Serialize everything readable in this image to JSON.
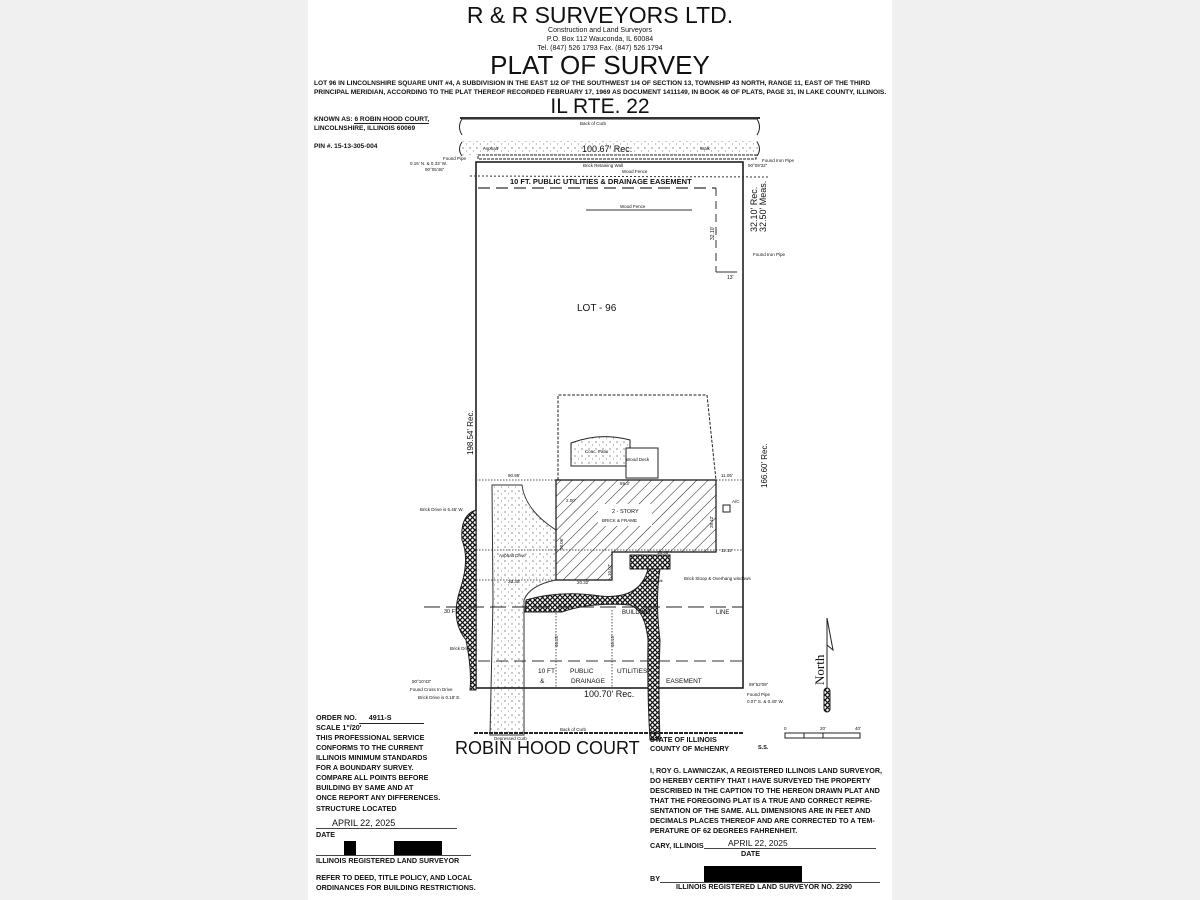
{
  "header": {
    "company": "R & R SURVEYORS LTD.",
    "subtitle": "Construction and Land Surveyors",
    "address": "P.O. Box 112 Wauconda, IL 60084",
    "phone": "Tel. (847) 526 1793 Fax. (847) 526 1794",
    "title": "PLAT OF SURVEY"
  },
  "legal_description": "LOT 96 IN LINCOLNSHIRE SQUARE UNIT #4, A SUBDIVISION IN THE EAST 1/2 OF THE SOUTHWEST 1/4 OF SECTION 13, TOWNSHIP 43 NORTH, RANGE 11, EAST OF THE THIRD PRINCIPAL MERIDIAN, ACCORDING TO THE PLAT THEREOF RECORDED FEBRUARY 17, 1969 AS DOCUMENT 1411149, IN BOOK 46 OF PLATS, PAGE 31, IN LAKE COUNTY, ILLINOIS.",
  "property": {
    "known_as_label": "KNOWN AS:",
    "address_line1": "6 ROBIN HOOD COURT,",
    "address_line2": "LINCOLNSHIRE, ILLINOIS 60069",
    "pin": "PIN #. 15-13-305-004"
  },
  "drawing": {
    "north_street": "IL RTE. 22",
    "south_street": "ROBIN HOOD COURT",
    "back_of_curb": "Back of Curb",
    "asphalt": "Asphalt",
    "walk": "Walk",
    "north_rec": "100.67' Rec.",
    "south_rec": "100.70' Rec.",
    "found_pipe_nw": "Found Pipe",
    "found_pipe_nw_offset": "0.15' N. & 0.33' W.",
    "angle_nw": "90°05'46\"",
    "angle_ne": "90°09'32\"",
    "found_iron_pipe_ne": "Found Iron Pipe",
    "brick_wall": "Brick Retaining Wall",
    "wood_fence": "Wood Fence",
    "wood_fence2": "Wood Fence",
    "north_easement": "10 FT.  PUBLIC  UTILITIES  &  DRAINAGE  EASEMENT",
    "east_rec": "32.10' Rec.",
    "east_meas": "32.50' Meas.",
    "dim_32": "32.10'",
    "dim_13": "13'",
    "found_iron_pipe_e": "Found Iron Pipe",
    "lot": "LOT - 96",
    "west_rec": "198.54' Rec.",
    "east_rec2": "166.60' Rec.",
    "patio": "Conc. Patio",
    "deck": "Wood Deck",
    "dim_west": "90.95'",
    "dim_east": "11.05'",
    "dim_front": "59.3'",
    "house_type": "2 - STORY",
    "house_material": "BRICK & FRAME",
    "dim_200": "2.00'",
    "dim_right": "28.42'",
    "dim_left": "38.06'",
    "dim_11": "11.12'",
    "dim_18": "18.48'",
    "dim_2030": "20.30'",
    "dim_2032": "20.32'",
    "dim_1007": "10.07'",
    "ac": "A/C",
    "asphalt_drive": "Asphalt Drive",
    "brick_drive_note": "Brick Drive is 6.45' W.",
    "brick_stoop": "Brick Stoop & Overhang windows",
    "brick_walk": "Brick Walk",
    "brick_drive": "Brick Drive",
    "setback": "30 FT.",
    "building": "BUILDING",
    "line": "LINE",
    "dim_4025": "40.25'",
    "dim_4015": "40.15'",
    "south_easement_1": "10 FT",
    "south_easement_amp": "&",
    "south_easement_2": "PUBLIC",
    "south_easement_3": "DRAINAGE",
    "south_easement_4": "UTILITIES",
    "south_easement_5": "EASEMENT",
    "angle_sw": "90°10'43\"",
    "angle_se": "89°52'09\"",
    "found_cross": "Found Cross In Drive",
    "brick_drive_e": "Brick Drive is 0.18' E.",
    "found_pipe_se": "Found Pipe",
    "found_pipe_se_offset": "0.07' S. & 0.40' W.",
    "depressed_curb": "Depressed Curb",
    "back_of_curb2": "Back of Curb",
    "north": "North",
    "scale_0": "0",
    "scale_20": "20'",
    "scale_40": "40'"
  },
  "left_block": {
    "order_label": "ORDER NO.",
    "order_no": "4911-S",
    "scale": "SCALE 1\"/20'",
    "lines": [
      "THIS PROFESSIONAL SERVICE",
      "CONFORMS TO THE CURRENT",
      "ILLINOIS MINIMUM STANDARDS",
      "FOR A BOUNDARY SURVEY.",
      "COMPARE ALL POINTS BEFORE",
      "BUILDING BY SAME AND AT",
      "ONCE REPORT ANY DIFFERENCES."
    ],
    "structure_located": "STRUCTURE LOCATED",
    "date_value": "APRIL 22, 2025",
    "date_label": "DATE",
    "surveyor_label": "ILLINOIS REGISTERED LAND SURVEYOR",
    "refer_1": "REFER TO DEED, TITLE POLICY, AND LOCAL",
    "refer_2": "ORDINANCES FOR BUILDING RESTRICTIONS."
  },
  "right_block": {
    "state": "STATE OF ILLINOIS",
    "county": "COUNTY OF McHENRY",
    "ss": "S.S.",
    "cert_lines": [
      "I, ROY G. LAWNICZAK, A REGISTERED ILLINOIS LAND SURVEYOR,",
      "DO HEREBY CERTIFY THAT I HAVE SURVEYED THE PROPERTY",
      "DESCRIBED IN THE CAPTION TO THE HEREON DRAWN PLAT AND",
      "THAT THE FOREGOING PLAT IS A TRUE AND CORRECT REPRE-",
      "SENTATION OF THE SAME. ALL DIMENSIONS ARE IN FEET AND",
      "DECIMALS PLACES THEREOF AND ARE CORRECTED TO A TEM-",
      "PERATURE OF 62 DEGREES FAHRENHEIT."
    ],
    "city": "CARY, ILLINOIS",
    "date_value": "APRIL 22, 2025",
    "date_label": "DATE",
    "by": "BY",
    "surveyor_no": "ILLINOIS REGISTERED LAND SURVEYOR NO. 2290"
  }
}
